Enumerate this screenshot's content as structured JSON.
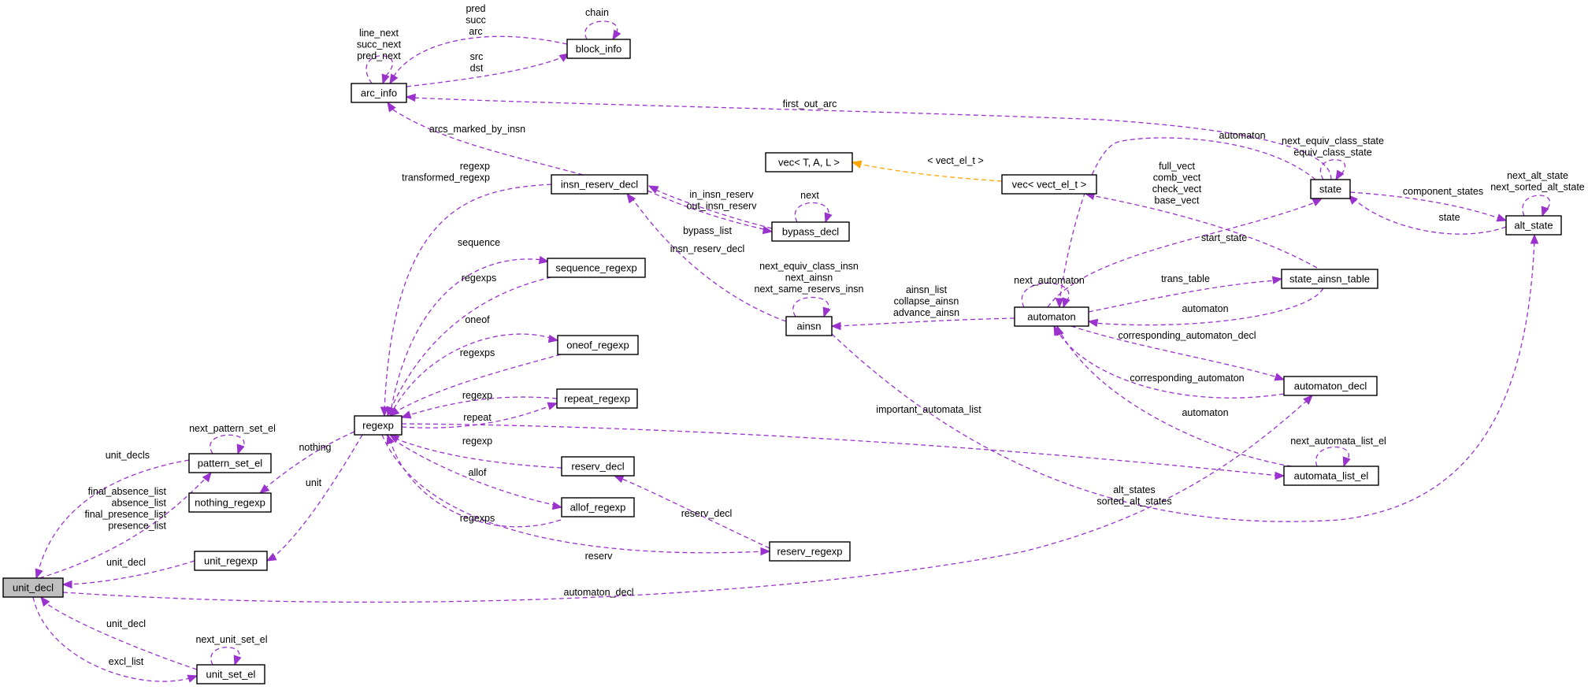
{
  "colors": {
    "edge": "#9a32cd",
    "template_edge": "#ffa500",
    "root_fill": "#bfbfbf",
    "node_border": "#000000"
  },
  "nodes": {
    "arc_info": "arc_info",
    "block_info": "block_info",
    "vec_tal": "vec< T, A, L >",
    "vec_vect": "vec< vect_el_t >",
    "insn_reserv_decl": "insn_reserv_decl",
    "bypass_decl": "bypass_decl",
    "sequence_regexp": "sequence_regexp",
    "ainsn": "ainsn",
    "automaton": "automaton",
    "state": "state",
    "state_ainsn_table": "state_ainsn_table",
    "alt_state": "alt_state",
    "oneof_regexp": "oneof_regexp",
    "repeat_regexp": "repeat_regexp",
    "regexp": "regexp",
    "automaton_decl": "automaton_decl",
    "pattern_set_el": "pattern_set_el",
    "reserv_decl": "reserv_decl",
    "automata_list_el": "automata_list_el",
    "nothing_regexp": "nothing_regexp",
    "allof_regexp": "allof_regexp",
    "reserv_regexp": "reserv_regexp",
    "unit_regexp": "unit_regexp",
    "unit_decl": "unit_decl",
    "unit_set_el": "unit_set_el"
  },
  "edge_labels": {
    "arc_info_self": [
      "line_next",
      "succ_next",
      "pred_next"
    ],
    "block_to_arc": [
      "pred",
      "succ",
      "arc"
    ],
    "block_self": [
      "chain"
    ],
    "arc_to_block": [
      "src",
      "dst"
    ],
    "first_out_arc": [
      "first_out_arc"
    ],
    "arcs_marked_by_insn": [
      "arcs_marked_by_insn"
    ],
    "template": [
      "< vect_el_t >"
    ],
    "state_automaton": [
      "automaton"
    ],
    "state_self": [
      "next_equiv_class_state",
      "equiv_class_state"
    ],
    "vects": [
      "full_vect",
      "comb_vect",
      "check_vect",
      "base_vect"
    ],
    "component_states": [
      "component_states"
    ],
    "alt_state_self": [
      "next_alt_state",
      "next_sorted_alt_state"
    ],
    "alt_state_state": [
      "state"
    ],
    "regexp_insn": [
      "regexp",
      "transformed_regexp"
    ],
    "bypass_to_insn": [
      "in_insn_reserv",
      "out_insn_reserv"
    ],
    "bypass_self": [
      "next"
    ],
    "bypass_list": [
      "bypass_list"
    ],
    "sequence": [
      "sequence"
    ],
    "regexps_seq": [
      "regexps"
    ],
    "insn_reserv_decl": [
      "insn_reserv_decl"
    ],
    "start_state": [
      "start_state"
    ],
    "ainsn_self": [
      "next_equiv_class_insn",
      "next_ainsn",
      "next_same_reservs_insn"
    ],
    "ainsn_list": [
      "ainsn_list",
      "collapse_ainsn",
      "advance_ainsn"
    ],
    "next_automaton": [
      "next_automaton"
    ],
    "trans_table": [
      "trans_table"
    ],
    "sat_automaton": [
      "automaton"
    ],
    "oneof": [
      "oneof"
    ],
    "regexps_oneof": [
      "regexps"
    ],
    "corr_decl": [
      "corresponding_automaton_decl"
    ],
    "regexp_repeat": [
      "regexp"
    ],
    "repeat": [
      "repeat"
    ],
    "corr_automaton": [
      "corresponding_automaton"
    ],
    "important_automata_list": [
      "important_automata_list"
    ],
    "ale_automaton": [
      "automaton"
    ],
    "next_pattern_set_el": [
      "next_pattern_set_el"
    ],
    "nothing": [
      "nothing"
    ],
    "regexp_reserv": [
      "regexp"
    ],
    "next_automata_list_el": [
      "next_automata_list_el"
    ],
    "unit_decls": [
      "unit_decls"
    ],
    "allof": [
      "allof"
    ],
    "unit": [
      "unit"
    ],
    "alt_states": [
      "alt_states",
      "sorted_alt_states"
    ],
    "lists": [
      "final_absence_list",
      "absence_list",
      "final_presence_list",
      "presence_list"
    ],
    "regexps_allof": [
      "regexps"
    ],
    "reserv_decl": [
      "reserv_decl"
    ],
    "reserv": [
      "reserv"
    ],
    "unit_decl_ur": [
      "unit_decl"
    ],
    "automaton_decl": [
      "automaton_decl"
    ],
    "unit_decl_use": [
      "unit_decl"
    ],
    "next_unit_set_el": [
      "next_unit_set_el"
    ],
    "excl_list": [
      "excl_list"
    ]
  }
}
